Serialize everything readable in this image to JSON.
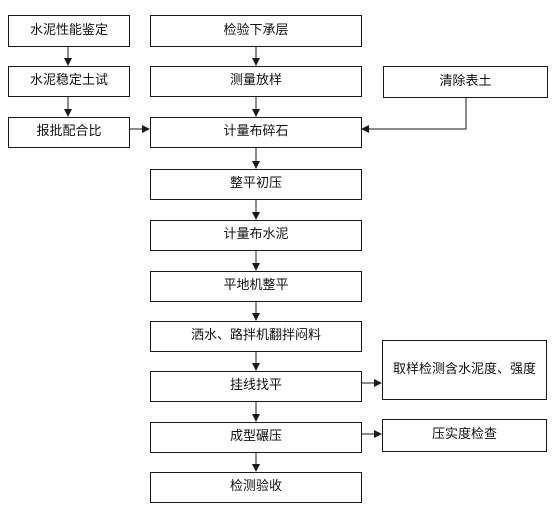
{
  "boxes": {
    "cement_performance": "水泥性能鉴定",
    "cement_stability": "水泥稳定土试",
    "report_mix": "报批配合比",
    "subgrade_check": "检验下承层",
    "survey_layout": "测量放样",
    "clear_topsoil": "清除表土",
    "spread_gravel": "计量布碎石",
    "level_compact": "整平初压",
    "spread_cement": "计量布水泥",
    "grader_level": "平地机整平",
    "water_mix": "洒水、路拌机翻拌闷料",
    "string_level": "挂线找平",
    "sample_test": "取样检测含水泥度、强度",
    "roll_compact": "成型碾压",
    "compaction_check": "压实度检查",
    "final_inspection": "检测验收"
  },
  "colors": {
    "stroke": "#1a1a1a",
    "text": "#111111",
    "background": "#ffffff"
  }
}
